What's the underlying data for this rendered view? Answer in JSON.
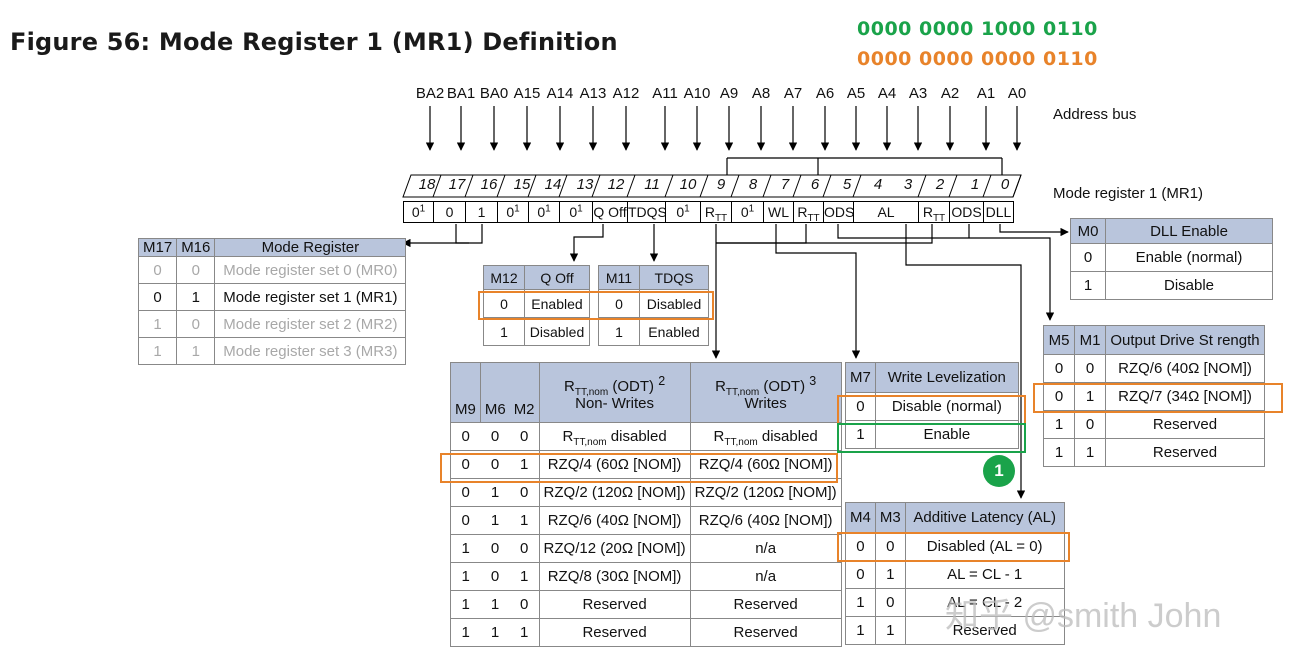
{
  "title": "Figure 56: Mode Register 1 (MR1) Definition",
  "values": {
    "green": "0000 0000 1000 0110",
    "orange": "0000 0000 0000 0110"
  },
  "address_bus": {
    "label": "Address bus",
    "pins": [
      "BA2",
      "BA1",
      "BA0",
      "A15",
      "A14",
      "A13",
      "A12",
      "A11",
      "A10",
      "A9",
      "A8",
      "A7",
      "A6",
      "A5",
      "A4",
      "A3",
      "A2",
      "A1",
      "A0"
    ]
  },
  "register": {
    "label": "Mode register 1 (MR1)",
    "bit_numbers": [
      "18",
      "17",
      "16",
      "15",
      "14",
      "13",
      "12",
      "11",
      "10",
      "9",
      "8",
      "7",
      "6",
      "5",
      "4",
      "3",
      "2",
      "1",
      "0"
    ],
    "fields": [
      {
        "main": "0",
        "sup": "1"
      },
      {
        "main": "0",
        "sup": ""
      },
      {
        "main": "1",
        "sup": ""
      },
      {
        "main": "0",
        "sup": "1"
      },
      {
        "main": "0",
        "sup": "1"
      },
      {
        "main": "0",
        "sup": "1"
      },
      {
        "main": "Q Off",
        "sup": ""
      },
      {
        "main": "TDQS",
        "sup": ""
      },
      {
        "main": "0",
        "sup": "1"
      },
      {
        "main": "R",
        "sub": "TT"
      },
      {
        "main": "0",
        "sup": "1"
      },
      {
        "main": "WL",
        "sup": ""
      },
      {
        "main": "R",
        "sub": "TT"
      },
      {
        "main": "ODS",
        "sup": ""
      },
      {
        "main": "AL",
        "sup": ""
      },
      {
        "main": "R",
        "sub": "TT"
      },
      {
        "main": "ODS",
        "sup": ""
      },
      {
        "main": "DLL",
        "sup": ""
      }
    ]
  },
  "mode_register_table": {
    "headers": [
      "M17",
      "M16",
      "Mode Register"
    ],
    "rows": [
      [
        "0",
        "0",
        "Mode register set 0 (MR0)"
      ],
      [
        "0",
        "1",
        "Mode register set 1 (MR1)"
      ],
      [
        "1",
        "0",
        "Mode register set 2 (MR2)"
      ],
      [
        "1",
        "1",
        "Mode register set 3 (MR3)"
      ]
    ]
  },
  "qoff_table": {
    "headers": [
      "M12",
      "Q Off"
    ],
    "rows": [
      [
        "0",
        "Enabled"
      ],
      [
        "1",
        "Disabled"
      ]
    ]
  },
  "tdqs_table": {
    "headers": [
      "M11",
      "TDQS"
    ],
    "rows": [
      [
        "0",
        "Disabled"
      ],
      [
        "1",
        "Enabled"
      ]
    ]
  },
  "dll_table": {
    "headers": [
      "M0",
      "DLL Enable"
    ],
    "rows": [
      [
        "0",
        "Enable (normal)"
      ],
      [
        "1",
        "Disable"
      ]
    ]
  },
  "ods_table": {
    "headers": [
      "M5",
      "M1",
      "Output Drive St  rength"
    ],
    "rows": [
      [
        "0",
        "0",
        "RZQ/6 (40Ω [NOM])"
      ],
      [
        "0",
        "1",
        "RZQ/7 (34Ω [NOM])"
      ],
      [
        "1",
        "0",
        "Reserved"
      ],
      [
        "1",
        "1",
        "Reserved"
      ]
    ]
  },
  "wl_table": {
    "headers": [
      "M7",
      "Write Levelization"
    ],
    "rows": [
      [
        "0",
        "Disable (normal)"
      ],
      [
        "1",
        "Enable"
      ]
    ]
  },
  "al_table": {
    "headers": [
      "M4",
      "M3",
      "Additive Latency (AL)"
    ],
    "rows": [
      [
        "0",
        "0",
        "Disabled (AL = 0)"
      ],
      [
        "0",
        "1",
        "AL = CL - 1"
      ],
      [
        "1",
        "0",
        "AL = CL - 2"
      ],
      [
        "1",
        "1",
        "Reserved"
      ]
    ]
  },
  "rtt_table": {
    "headers": [
      "M9",
      "M6",
      "M2"
    ],
    "col1": {
      "r": "R",
      "sub": "TT,nom",
      "rest": " (ODT)",
      "note": "2",
      "line2": "Non- Writes"
    },
    "col2": {
      "r": "R",
      "sub": "TT,nom",
      "rest": " (ODT)",
      "note": "3",
      "line2": "Writes"
    },
    "disabled_row": {
      "bits": [
        "0",
        "0",
        "0"
      ],
      "r": "R",
      "sub": "TT,nom",
      "rest": " disabled"
    },
    "rows": [
      [
        "0",
        "0",
        "1",
        "RZQ/4 (60Ω [NOM])",
        "RZQ/4 (60Ω [NOM])"
      ],
      [
        "0",
        "1",
        "0",
        "RZQ/2 (120Ω [NOM])",
        "RZQ/2 (120Ω [NOM])"
      ],
      [
        "0",
        "1",
        "1",
        "RZQ/6 (40Ω [NOM])",
        "RZQ/6 (40Ω [NOM])"
      ],
      [
        "1",
        "0",
        "0",
        "RZQ/12 (20Ω [NOM])",
        "n/a"
      ],
      [
        "1",
        "0",
        "1",
        "RZQ/8 (30Ω [NOM])",
        "n/a"
      ],
      [
        "1",
        "1",
        "0",
        "Reserved",
        "Reserved"
      ],
      [
        "1",
        "1",
        "1",
        "Reserved",
        "Reserved"
      ]
    ]
  },
  "badge": "1",
  "watermark": "知乎 @smith John",
  "colors": {
    "header_fill": "#b9c5dc",
    "highlight_orange": "#e8832a",
    "highlight_green": "#1aa34a"
  }
}
